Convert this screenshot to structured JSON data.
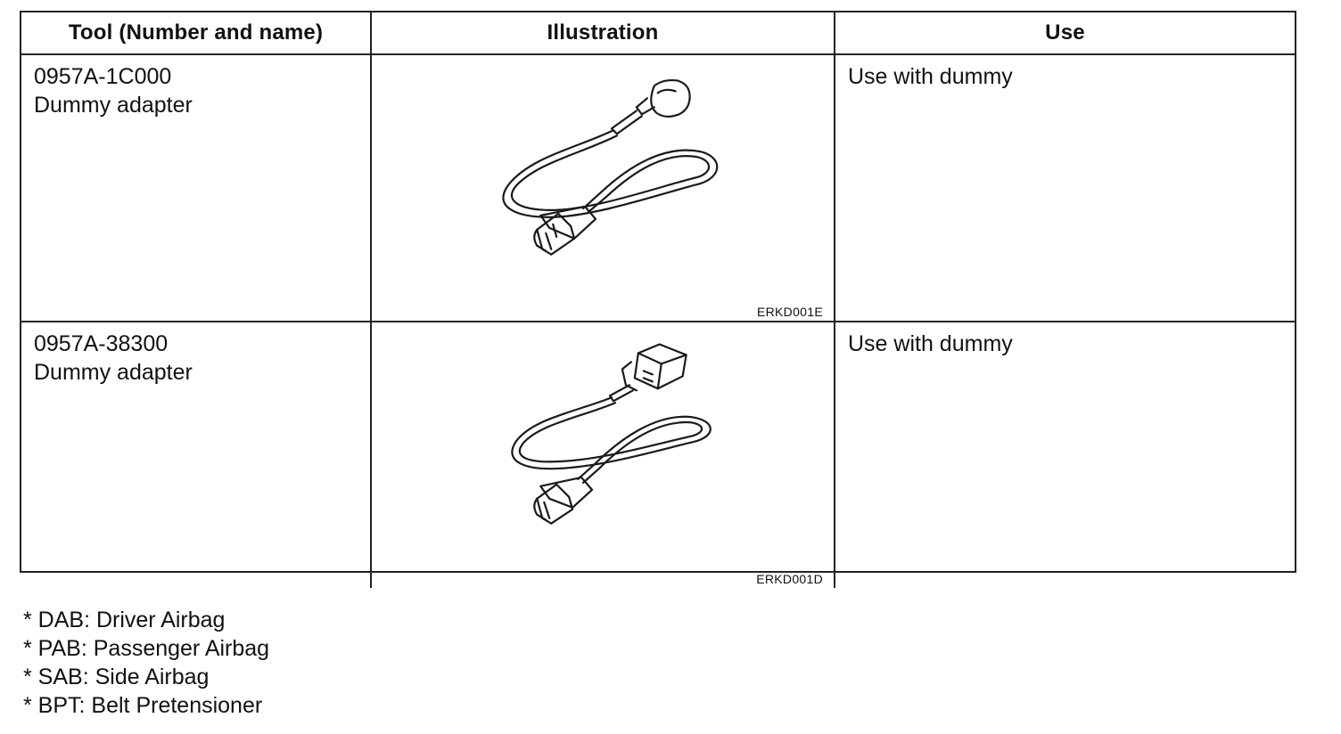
{
  "table": {
    "headers": {
      "tool": "Tool (Number and name)",
      "illustration": "Illustration",
      "use": "Use"
    },
    "rows": [
      {
        "number": "0957A-1C000",
        "name": "Dummy adapter",
        "figure_code": "ERKD001E",
        "figure_icon": "dummy-adapter-cable-illustration",
        "use": "Use with dummy"
      },
      {
        "number": "0957A-38300",
        "name": "Dummy adapter",
        "figure_code": "ERKD001D",
        "figure_icon": "dummy-adapter-cable-illustration",
        "use": "Use with dummy"
      }
    ]
  },
  "notes": [
    "* DAB: Driver Airbag",
    "* PAB: Passenger Airbag",
    "* SAB: Side Airbag",
    "* BPT: Belt Pretensioner"
  ]
}
